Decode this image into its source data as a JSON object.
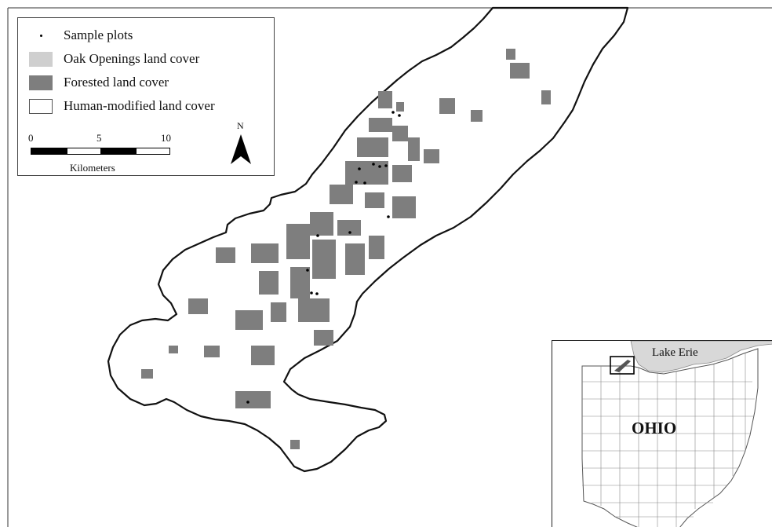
{
  "legend": {
    "items": [
      {
        "symbol": "dot",
        "label": "Sample plots"
      },
      {
        "symbol": "light-gray-swatch",
        "label": "Oak Openings land cover",
        "color": "#cfcfcf"
      },
      {
        "symbol": "dark-gray-swatch",
        "label": "Forested land cover",
        "color": "#7e7e7e"
      },
      {
        "symbol": "white-swatch",
        "label": "Human-modified land cover",
        "color": "#ffffff"
      }
    ]
  },
  "scale_bar": {
    "ticks": [
      "0",
      "5",
      "10"
    ],
    "unit": "Kilometers"
  },
  "north_arrow": {
    "label": "N",
    "icon": "north-arrow-icon"
  },
  "inset": {
    "lake_label": "Lake Erie",
    "state_label": "OHIO"
  },
  "colors": {
    "forest": "#7e7e7e",
    "oak": "#cfcfcf",
    "lake": "#d8d8d8",
    "outline": "#111111"
  }
}
